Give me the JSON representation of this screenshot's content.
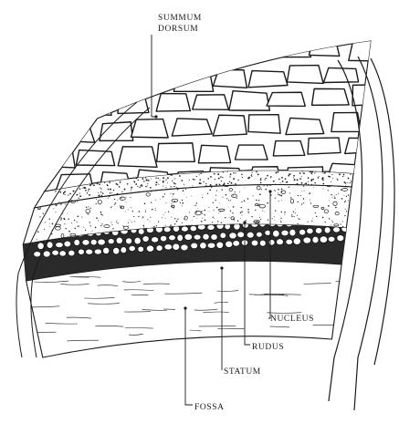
{
  "diagram": {
    "layers": [
      {
        "id": "summum-dorsum",
        "label_lines": [
          "SUMMUM",
          "DORSUM"
        ]
      },
      {
        "id": "nucleus",
        "label_lines": [
          "NUCLEUS"
        ]
      },
      {
        "id": "rudus",
        "label_lines": [
          "RUDUS"
        ]
      },
      {
        "id": "statum",
        "label_lines": [
          "STATUM"
        ]
      },
      {
        "id": "fossa",
        "label_lines": [
          "FOSSA"
        ]
      }
    ],
    "ink_color": "#1a1a1a",
    "paper_color": "#ffffff"
  }
}
